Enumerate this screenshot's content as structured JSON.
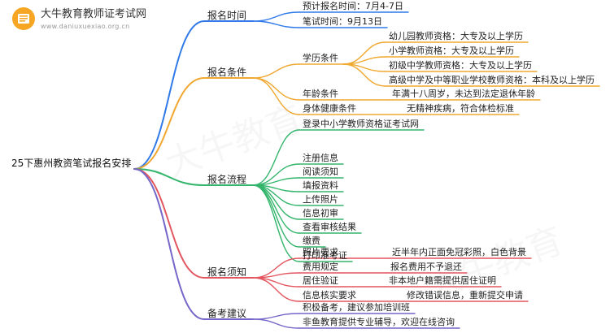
{
  "site": {
    "name": "大牛教育教师证考试网",
    "url": "www.daniuxuexiao.org.cn"
  },
  "root": "25下惠州教资笔试报名安排",
  "colors": {
    "blue": "#2f79e8",
    "orange": "#f0a830",
    "green": "#33b56b",
    "red": "#e3565f",
    "purple": "#7467c9"
  },
  "branches": [
    {
      "label": "报名时间",
      "color": "blue",
      "children": [
        {
          "label": "预计报名时间：7月4-7日"
        },
        {
          "label": "笔试时间：9月13日"
        }
      ]
    },
    {
      "label": "报名条件",
      "color": "orange",
      "children": [
        {
          "label": "学历条件",
          "children": [
            {
              "label": "幼儿园教师资格：大专及以上学历"
            },
            {
              "label": "小学教师资格：大专及以上学历"
            },
            {
              "label": "初级中学教师资格：大专及以上学历"
            },
            {
              "label": "高级中学及中等职业学校教师资格：本科及以上学历"
            }
          ]
        },
        {
          "label": "年龄条件",
          "children": [
            {
              "label": "年满十八周岁，未达到法定退休年龄"
            }
          ]
        },
        {
          "label": "身体健康条件",
          "children": [
            {
              "label": "无精神疾病，符合体检标准"
            }
          ]
        }
      ]
    },
    {
      "label": "报名流程",
      "color": "green",
      "children": [
        {
          "label": "登录中小学教师资格证考试网"
        },
        {
          "label": "注册信息"
        },
        {
          "label": "阅读须知"
        },
        {
          "label": "填报资料"
        },
        {
          "label": "上传照片"
        },
        {
          "label": "信息初审"
        },
        {
          "label": "查看审核结果"
        },
        {
          "label": "缴费"
        },
        {
          "label": "打印准考证"
        }
      ]
    },
    {
      "label": "报名须知",
      "color": "red",
      "children": [
        {
          "label": "照片要求",
          "children": [
            {
              "label": "近半年内正面免冠彩照，白色背景"
            }
          ]
        },
        {
          "label": "费用规定",
          "children": [
            {
              "label": "报名费用不予退还"
            }
          ]
        },
        {
          "label": "居住验证",
          "children": [
            {
              "label": "非本地户籍需提供居住证明"
            }
          ]
        },
        {
          "label": "信息核实要求",
          "children": [
            {
              "label": "修改错误信息，重新提交申请"
            }
          ]
        }
      ]
    },
    {
      "label": "备考建议",
      "color": "purple",
      "children": [
        {
          "label": "积极备考，建议参加培训班"
        },
        {
          "label": "非鱼教育提供专业辅导，欢迎在线咨询"
        }
      ]
    }
  ]
}
